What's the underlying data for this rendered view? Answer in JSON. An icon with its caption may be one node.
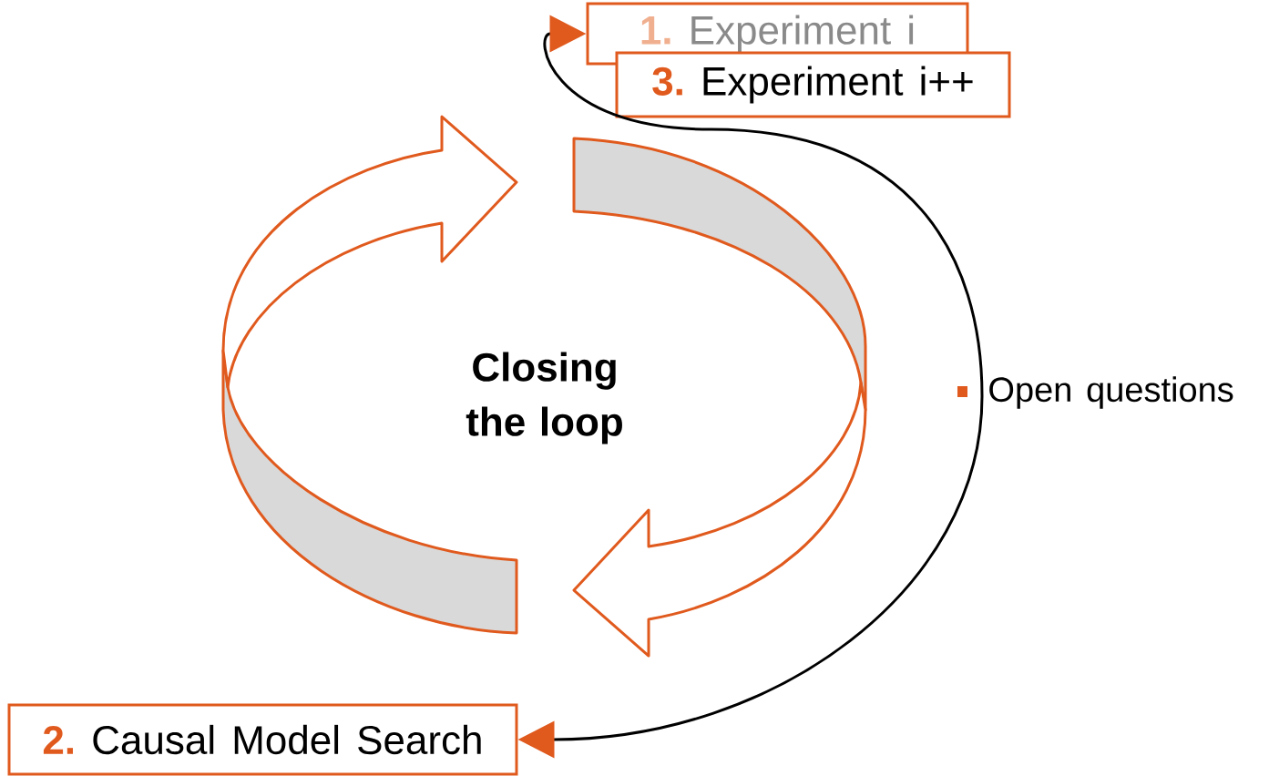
{
  "diagram": {
    "nodes": [
      {
        "text": [
          "1.",
          "Experiment i"
        ]
      },
      {
        "text": [
          "3.",
          "Experiment i++"
        ]
      },
      {
        "text": [
          "2.",
          "Causal Model Search"
        ]
      }
    ],
    "edges": [
      {
        "from": 0,
        "to": 2,
        "arrow": "both"
      }
    ],
    "labels": [
      "Closing the loop",
      "Open questions"
    ]
  }
}
